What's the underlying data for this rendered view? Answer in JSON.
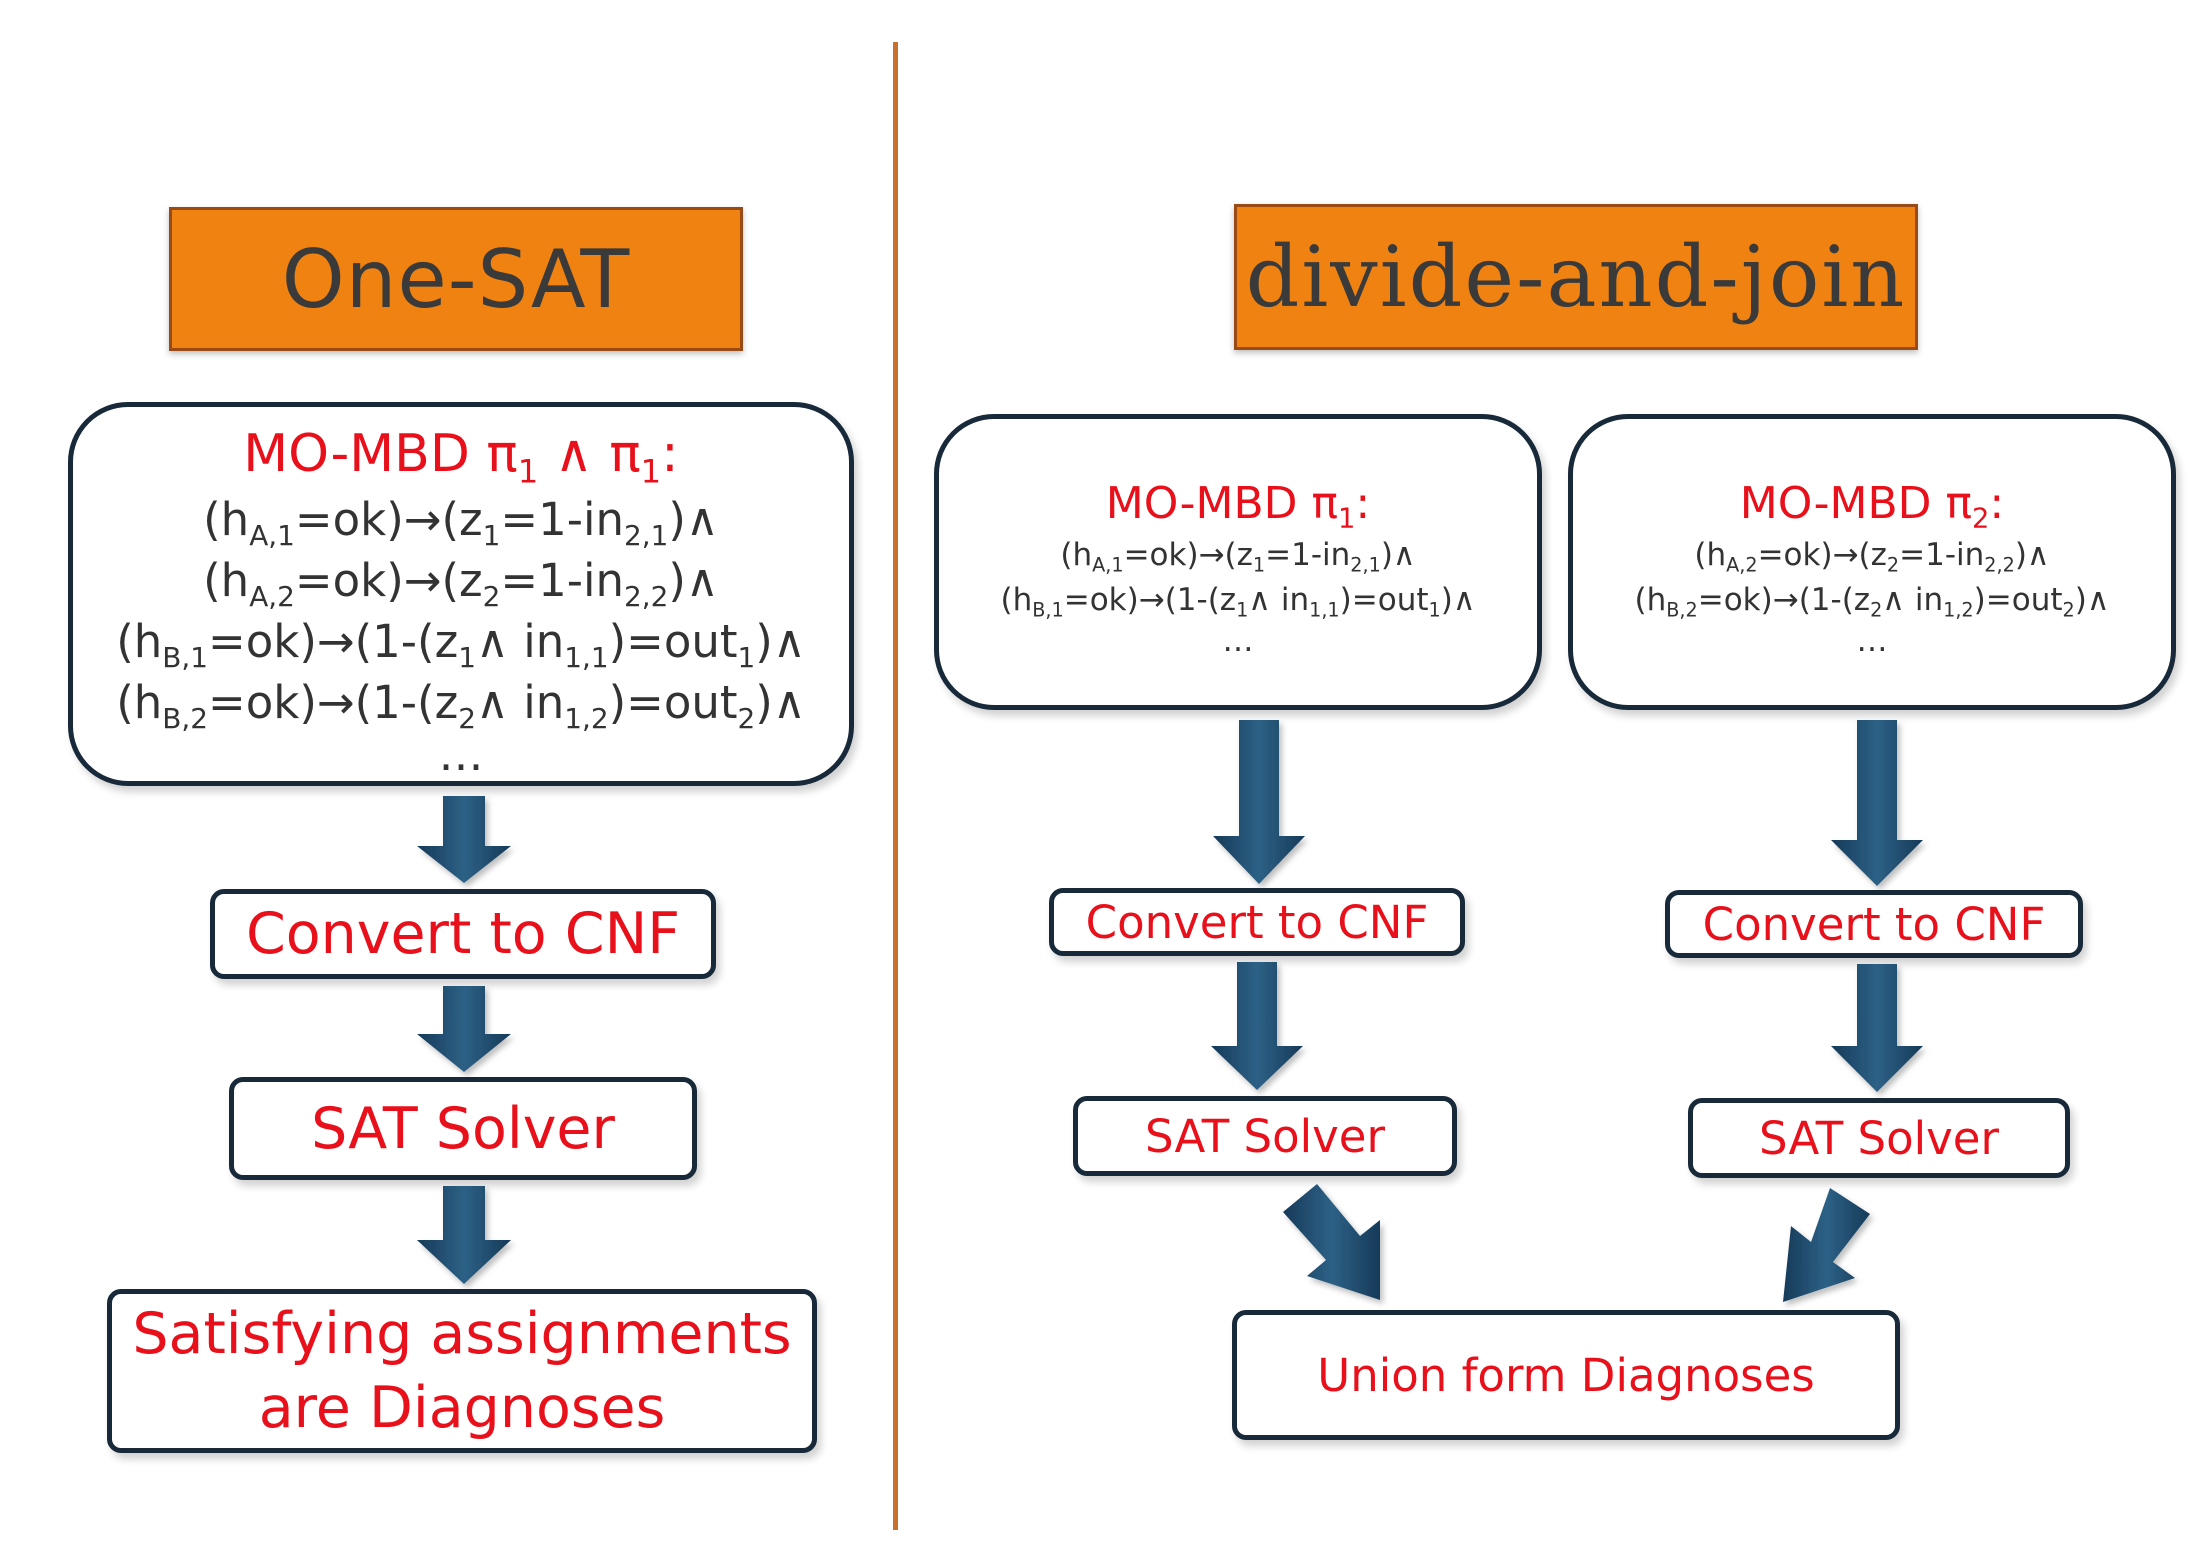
{
  "left": {
    "title": "One-SAT",
    "formula_head_base": "MO-MBD π",
    "formula_head_sub1": "1",
    "formula_head_mid": " ∧ π",
    "formula_head_sub2": "1",
    "formula_head_end": ":",
    "formula_lines": [
      {
        "pre": "(h",
        "s1": "A,1",
        "m1": "=ok)→(z",
        "s2": "1",
        "m2": "=1-in",
        "s3": "2,1",
        "end": ")∧"
      },
      {
        "pre": "(h",
        "s1": "A,2",
        "m1": "=ok)→(z",
        "s2": "2",
        "m2": "=1-in",
        "s3": "2,2",
        "end": ")∧"
      },
      {
        "pre": "(h",
        "s1": "B,1",
        "m1": "=ok)→(1-(z",
        "s2": "1",
        "m2": "∧ in",
        "s3": "1,1",
        "m3": ")=out",
        "s4": "1",
        "end": ")∧"
      },
      {
        "pre": "(h",
        "s1": "B,2",
        "m1": "=ok)→(1-(z",
        "s2": "2",
        "m2": "∧ in",
        "s3": "1,2",
        "m3": ")=out",
        "s4": "2",
        "end": ")∧"
      }
    ],
    "formula_ellipsis": "…",
    "convert_label": "Convert to CNF",
    "solver_label": "SAT Solver",
    "result_line1": "Satisfying assignments",
    "result_line2": "are Diagnoses"
  },
  "right": {
    "title": "divide-and-join",
    "branch1": {
      "head_base": "MO-MBD π",
      "head_sub": "1",
      "head_end": ":",
      "lines": [
        {
          "pre": "(h",
          "s1": "A,1",
          "m1": "=ok)→(z",
          "s2": "1",
          "m2": "=1-in",
          "s3": "2,1",
          "end": ")∧"
        },
        {
          "pre": "(h",
          "s1": "B,1",
          "m1": "=ok)→(1-(z",
          "s2": "1",
          "m2": "∧ in",
          "s3": "1,1",
          "m3": ")=out",
          "s4": "1",
          "end": ")∧"
        }
      ],
      "ellipsis": "…",
      "convert_label": "Convert to CNF",
      "solver_label": "SAT Solver"
    },
    "branch2": {
      "head_base": "MO-MBD π",
      "head_sub": "2",
      "head_end": ":",
      "lines": [
        {
          "pre": "(h",
          "s1": "A,2",
          "m1": "=ok)→(z",
          "s2": "2",
          "m2": "=1-in",
          "s3": "2,2",
          "end": ")∧"
        },
        {
          "pre": "(h",
          "s1": "B,2",
          "m1": "=ok)→(1-(z",
          "s2": "2",
          "m2": "∧ in",
          "s3": "1,2",
          "m3": ")=out",
          "s4": "2",
          "end": ")∧"
        }
      ],
      "ellipsis": "…",
      "convert_label": "Convert to CNF",
      "solver_label": "SAT Solver"
    },
    "union_label": "Union form Diagnoses"
  },
  "colors": {
    "title_fill": "#ef8210",
    "box_border": "#182a3a",
    "label_red": "#e8101a",
    "arrow": "#1f4a6e",
    "divider": "#c9712a"
  }
}
